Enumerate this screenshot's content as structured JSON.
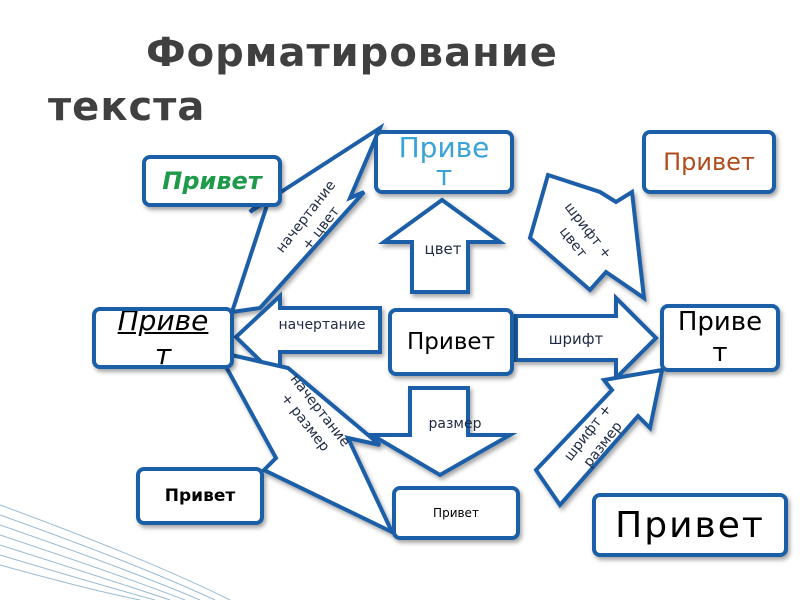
{
  "title": {
    "line1": "Форматирование",
    "line2": "текста"
  },
  "boxes": {
    "center": "Привет",
    "top": "Привет",
    "top_left": "Привет",
    "top_right": "Привет",
    "left": "Привет",
    "right": "Привет",
    "bottom": "Привет",
    "bottom_left": "Привет",
    "bottom_right": "Привет"
  },
  "arrows": {
    "up": "цвет",
    "left": "начертание",
    "right": "шрифт",
    "down": "размер",
    "up_left": "начертание + цвет",
    "up_right": "шрифт + цвет",
    "down_left": "начертание + размер",
    "down_right": "шрифт + размер"
  },
  "colors": {
    "border": "#1a5fa8",
    "top_text": "#3aa4d8",
    "top_left_text": "#1e9a4a",
    "top_right_text": "#b04d1e",
    "text": "#000000"
  }
}
